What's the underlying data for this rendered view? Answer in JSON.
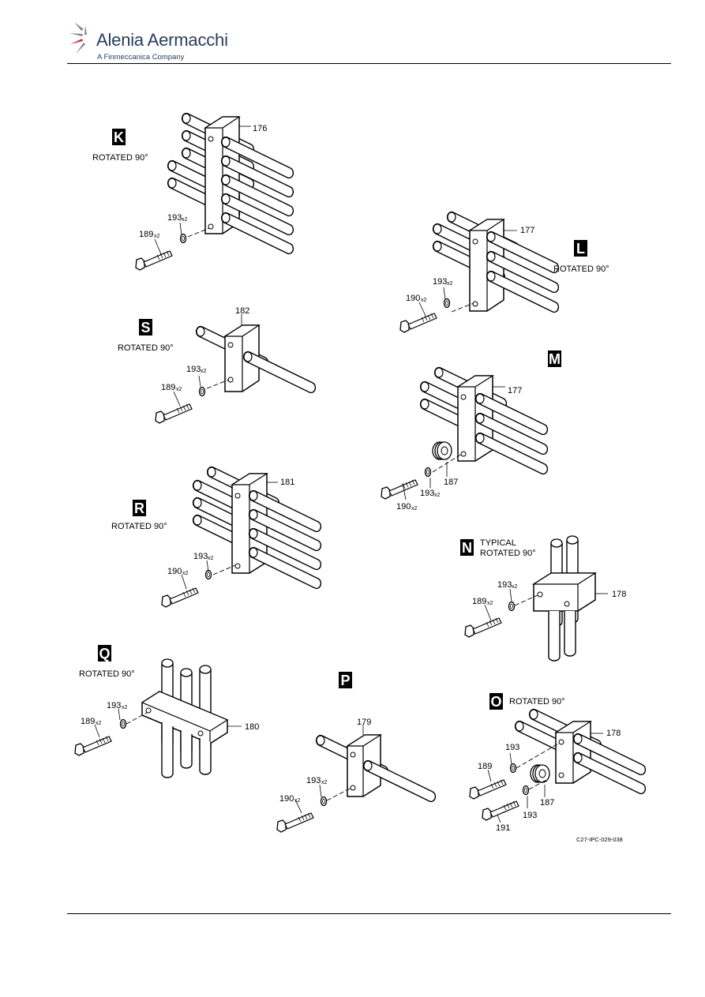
{
  "header": {
    "company": "Alenia Aermacchi",
    "tagline": "A Finmeccanica Company"
  },
  "views": {
    "K": {
      "letter": "K",
      "note": "ROTATED 90°",
      "block": "176",
      "washer": "193",
      "washer_qty": "x2",
      "bolt": "189",
      "bolt_qty": "x2"
    },
    "L": {
      "letter": "L",
      "note": "ROTATED 90°",
      "block": "177",
      "washer": "193",
      "washer_qty": "x2",
      "bolt": "190",
      "bolt_qty": "x2"
    },
    "S": {
      "letter": "S",
      "note": "ROTATED 90°",
      "block": "182",
      "washer": "193",
      "washer_qty": "x2",
      "bolt": "189",
      "bolt_qty": "x2"
    },
    "M": {
      "letter": "M",
      "block": "177",
      "clip": "187",
      "washer": "193",
      "washer_qty": "x2",
      "bolt": "190",
      "bolt_qty": "x2"
    },
    "R": {
      "letter": "R",
      "note": "ROTATED 90°",
      "block": "181",
      "washer": "193",
      "washer_qty": "x2",
      "bolt": "190",
      "bolt_qty": "x2"
    },
    "N": {
      "letter": "N",
      "note1": "TYPICAL",
      "note2": "ROTATED 90°",
      "block": "178",
      "washer": "193",
      "washer_qty": "x2",
      "bolt": "189",
      "bolt_qty": "x2"
    },
    "Q": {
      "letter": "Q",
      "note": "ROTATED 90°",
      "block": "180",
      "washer": "193",
      "washer_qty": "x2",
      "bolt": "189",
      "bolt_qty": "x2"
    },
    "P": {
      "letter": "P",
      "block": "179",
      "washer": "193",
      "washer_qty": "x2",
      "bolt": "190",
      "bolt_qty": "x2"
    },
    "O": {
      "letter": "O",
      "note": "ROTATED 90°",
      "block": "178",
      "washer_a": "193",
      "bolt_a": "189",
      "clip": "187",
      "washer_b": "193",
      "bolt_b": "191"
    }
  },
  "figure_ref": "C27-IPC-029-038"
}
